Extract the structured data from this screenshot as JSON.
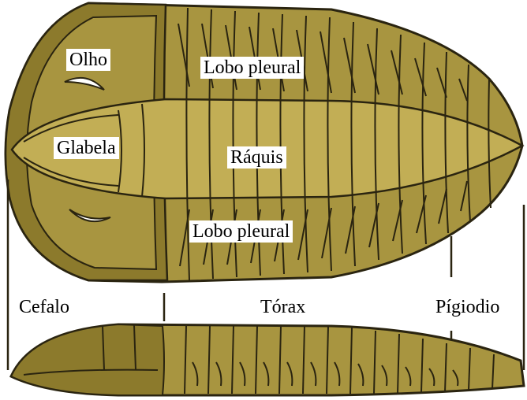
{
  "labels": {
    "eye": "Olho",
    "pleural_lobe_top": "Lobo pleural",
    "glabella": "Glabela",
    "axis": "Ráquis",
    "pleural_lobe_bottom": "Lobo pleural",
    "cephalon": "Cefalo",
    "thorax": "Tórax",
    "pygidium": "Pígiodio"
  },
  "colors": {
    "body": "#a89540",
    "body_light": "#c2ae55",
    "body_dark": "#8c7a2c",
    "outline": "#2a2410",
    "background": "#ffffff"
  }
}
